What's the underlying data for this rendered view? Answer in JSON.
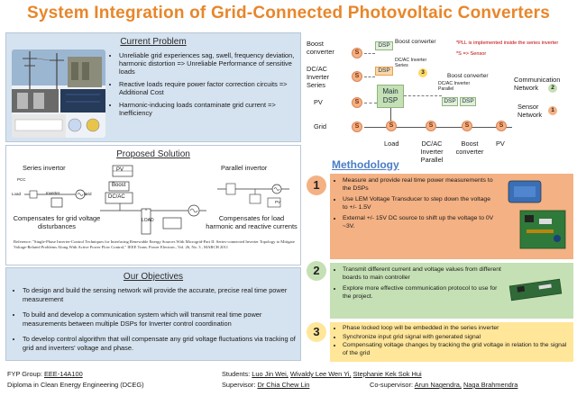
{
  "title": "System Integration of Grid-Connected Photovoltaic Converters",
  "current_problem": {
    "heading": "Current Problem",
    "items": [
      "Unreliable grid experiences sag, swell, frequency deviation, harmonic distortion => Unreliable Performance of sensitive loads",
      "Reactive loads require power factor correction circuits => Additional Cost",
      "Harmonic-inducing loads contaminate grid current => Inefficiency"
    ]
  },
  "proposed_solution": {
    "heading": "Proposed Solution",
    "series_title": "Series invertor",
    "parallel_title": "Parallel invertor",
    "series_caption": "Compensates for grid voltage disturbances",
    "parallel_caption": "Compensates for load harmonic and reactive currents",
    "center_labels": {
      "pv": "PV",
      "boost": "Boost",
      "dcac": "DC/AC",
      "load": "LOAD"
    },
    "small_labels": {
      "pcc": "PCC",
      "load": "Load",
      "inverter": "Inverter",
      "grid": "Grid",
      "pv": "PV"
    },
    "reference": "Reference: \"Single-Phase Inverter-Control Techniques for Interfacing Renewable Energy Sources With Microgrid-Part II: Series-connected Inverter Topology to Mitigate Voltage-Related Problems Along With Active Power Flow Control,\" IEEE Trans. Power Electron., Vol. 26, No. 3 , MARCH 2011"
  },
  "objectives": {
    "heading": "Our Objectives",
    "items": [
      "To design and build the sensing network will provide the accurate, precise real time power measurement",
      "To build and develop a communication system which will transmit real time power measurements between multiple DSPs for Inverter control coordination",
      "To develop control algorithm that will compensate any grid voltage fluctuations via tracking of grid and inverters' voltage and phase."
    ]
  },
  "diagram": {
    "left_labels": [
      "Boost converter",
      "DC/AC Inverter Series",
      "PV",
      "Grid"
    ],
    "top_boost": "Boost converter",
    "dcac_inv_series": "DC/AC Inverter Series",
    "dsp": "DSP",
    "main_dsp": "Main DSP",
    "parallel_label": "DC/AC Inverter Parallel",
    "boost_right": "Boost converter",
    "comm_network": "Communication Network",
    "sensor_network": "Sensor Network",
    "s_label": "S",
    "note1": "*PLL is implemented inside the series inverter",
    "note2": "*S => Sensor",
    "badge1": "1",
    "badge2": "2",
    "badge3": "3",
    "bottom_labels": [
      "Load",
      "DC/AC Inverter Parallel",
      "Boost converter",
      "PV"
    ]
  },
  "methodology": {
    "heading": "Methodology",
    "steps": [
      {
        "num": "1",
        "items": [
          "Measure and provide real time power measurements to the DSPs",
          "Use LEM Voltage Transducer to step down the voltage to +/- 1.5V",
          "External +/- 15V DC source to shift up the voltage to 0V ~3V."
        ]
      },
      {
        "num": "2",
        "items": [
          "Transmit different current and voltage values from different boards to main controller",
          "Explore more effective communication protocol to use for the project."
        ]
      },
      {
        "num": "3",
        "items": [
          "Phase locked loop will be embedded in the series inverter",
          "Synchronize input grid signal with generated signal",
          "Compensating voltage changes by tracking the grid voltage in relation to the signal of the grid"
        ]
      }
    ]
  },
  "footer": {
    "group_label": "FYP Group:",
    "group_value": "EEE-14A100",
    "diploma": "Diploma in Clean Energy Engineering (DCEG)",
    "students_label": "Students:",
    "students": [
      "Luo Jin Wei,",
      "Wivaldy Lee Wen Yi,",
      "Stephanie Kek Sok Hui"
    ],
    "supervisor_label": "Supervisor:",
    "supervisor": "Dr Chia Chew Lin",
    "cosupervisor_label": "Co-supervisor:",
    "cosupervisors": [
      "Arun Nagendra,",
      "Naga Brahmendra"
    ]
  },
  "colors": {
    "title": "#e8862a",
    "panel_blue": "#d5e2ef",
    "step1": "#f4b183",
    "step2": "#c5e0b4",
    "step3": "#ffe699"
  }
}
